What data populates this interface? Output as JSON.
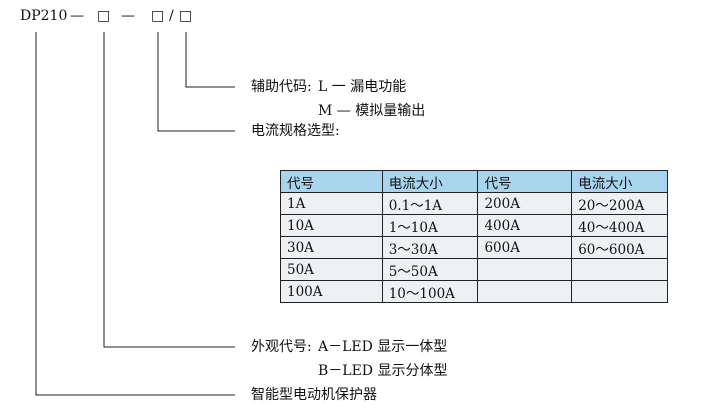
{
  "model_code": {
    "prefix": "DP210",
    "dash1": "—",
    "box1": "□",
    "dash2": "—",
    "box2": "□",
    "slash": "/",
    "box3": "□"
  },
  "aux_code": {
    "label": "辅助代码:",
    "option_l": "L  一 漏电功能",
    "option_m": "M — 模拟量输出"
  },
  "current_spec": {
    "label": "电流规格选型:"
  },
  "spec_table": {
    "headers": [
      "代号",
      "电流大小",
      "代号",
      "电流大小"
    ],
    "rows": [
      [
        "1A",
        "0.1～1A",
        "200A",
        "20～200A"
      ],
      [
        "10A",
        "1～10A",
        "400A",
        "40～400A"
      ],
      [
        "30A",
        "3～30A",
        "600A",
        "60～600A"
      ],
      [
        "50A",
        "5～50A",
        "",
        ""
      ],
      [
        "100A",
        "10～100A",
        "",
        ""
      ]
    ]
  },
  "appearance_code": {
    "label": "外观代号:",
    "option_a": "A－LED 显示一体型",
    "option_b": "B－LED 显示分体型"
  },
  "product_name": "智能型电动机保护器",
  "colors": {
    "header_fill": "#a8d4ee",
    "body_fill": "#eef1f4",
    "line": "#222222"
  }
}
